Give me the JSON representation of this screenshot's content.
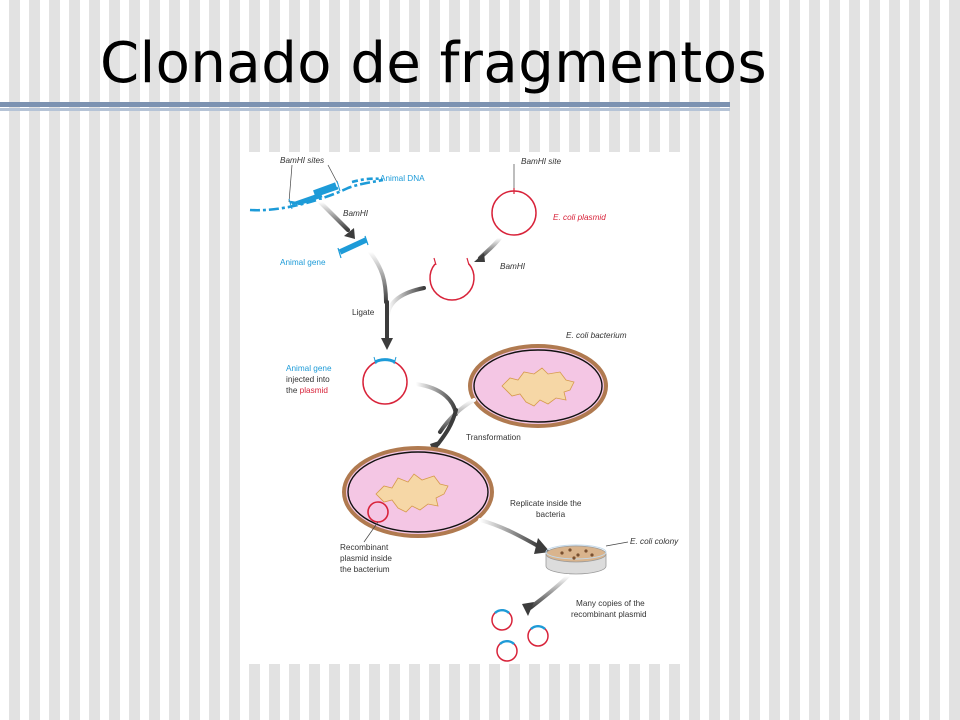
{
  "slide": {
    "title": "Clonado de fragmentos"
  },
  "figure": {
    "labels": {
      "bamhi_sites": "BamHI sites",
      "animal_dna": "Animal DNA",
      "bamhi_site": "BamHI site",
      "ecoli_plasmid": "E. coli plasmid",
      "bamhi_enzyme_left": "BamHI",
      "bamhi_enzyme_right": "BamHI",
      "animal_gene": "Animal gene",
      "ligate": "Ligate",
      "ecoli_bacterium": "E. coli bacterium",
      "injected_line1": "Animal gene",
      "injected_line2": "injected into",
      "injected_line3_prefix": "the ",
      "injected_line3_plasmid": "plasmid",
      "transformation": "Transformation",
      "replicate_line1": "Replicate inside the",
      "replicate_line2": "bacteria",
      "ecoli_colony": "E. coli colony",
      "recombinant_line1": "Recombinant",
      "recombinant_line2": "plasmid inside",
      "recombinant_line3": "the bacterium",
      "copies_line1": "Many copies of the",
      "copies_line2": "recombinant plasmid"
    },
    "colors": {
      "dna_blue": "#1d9bd8",
      "plasmid_red": "#d8233a",
      "cytoplasm_pink": "#f4c6e4",
      "cell_wall": "#b07a50",
      "nucleoid": "#f6d7a6",
      "colony_dish": "#d9b48d"
    }
  }
}
